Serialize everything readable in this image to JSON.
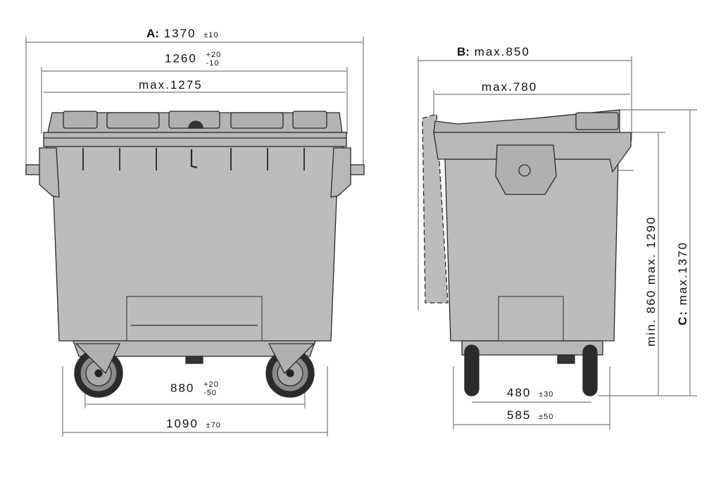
{
  "title": "Container dimension drawing",
  "colors": {
    "body": "#bcbcbc",
    "lid": "#b4b4b4",
    "outline": "#2a2a2a",
    "dimension_line": "#7a7a7a",
    "text": "#111111"
  },
  "front_view": {
    "dimensions": {
      "A": {
        "prefix": "A:",
        "value": "1370",
        "tolerance": "±10"
      },
      "width_1260": {
        "value": "1260",
        "tol_plus": "+20",
        "tol_minus": "-10"
      },
      "width_max": {
        "value": "max.1275"
      },
      "wheelbase_880": {
        "value": "880",
        "tol_plus": "+20",
        "tol_minus": "-50"
      },
      "width_1090": {
        "value": "1090",
        "tolerance": "±70"
      }
    }
  },
  "side_view": {
    "dimensions": {
      "B": {
        "prefix": "B:",
        "value": "max.850"
      },
      "depth_max": {
        "value": "max.780"
      },
      "height_range": {
        "value": "min. 860 max. 1290"
      },
      "C": {
        "prefix": "C:",
        "value": "max.1370"
      },
      "wheelbase_480": {
        "value": "480",
        "tolerance": "±30"
      },
      "depth_585": {
        "value": "585",
        "tolerance": "±50"
      }
    }
  }
}
